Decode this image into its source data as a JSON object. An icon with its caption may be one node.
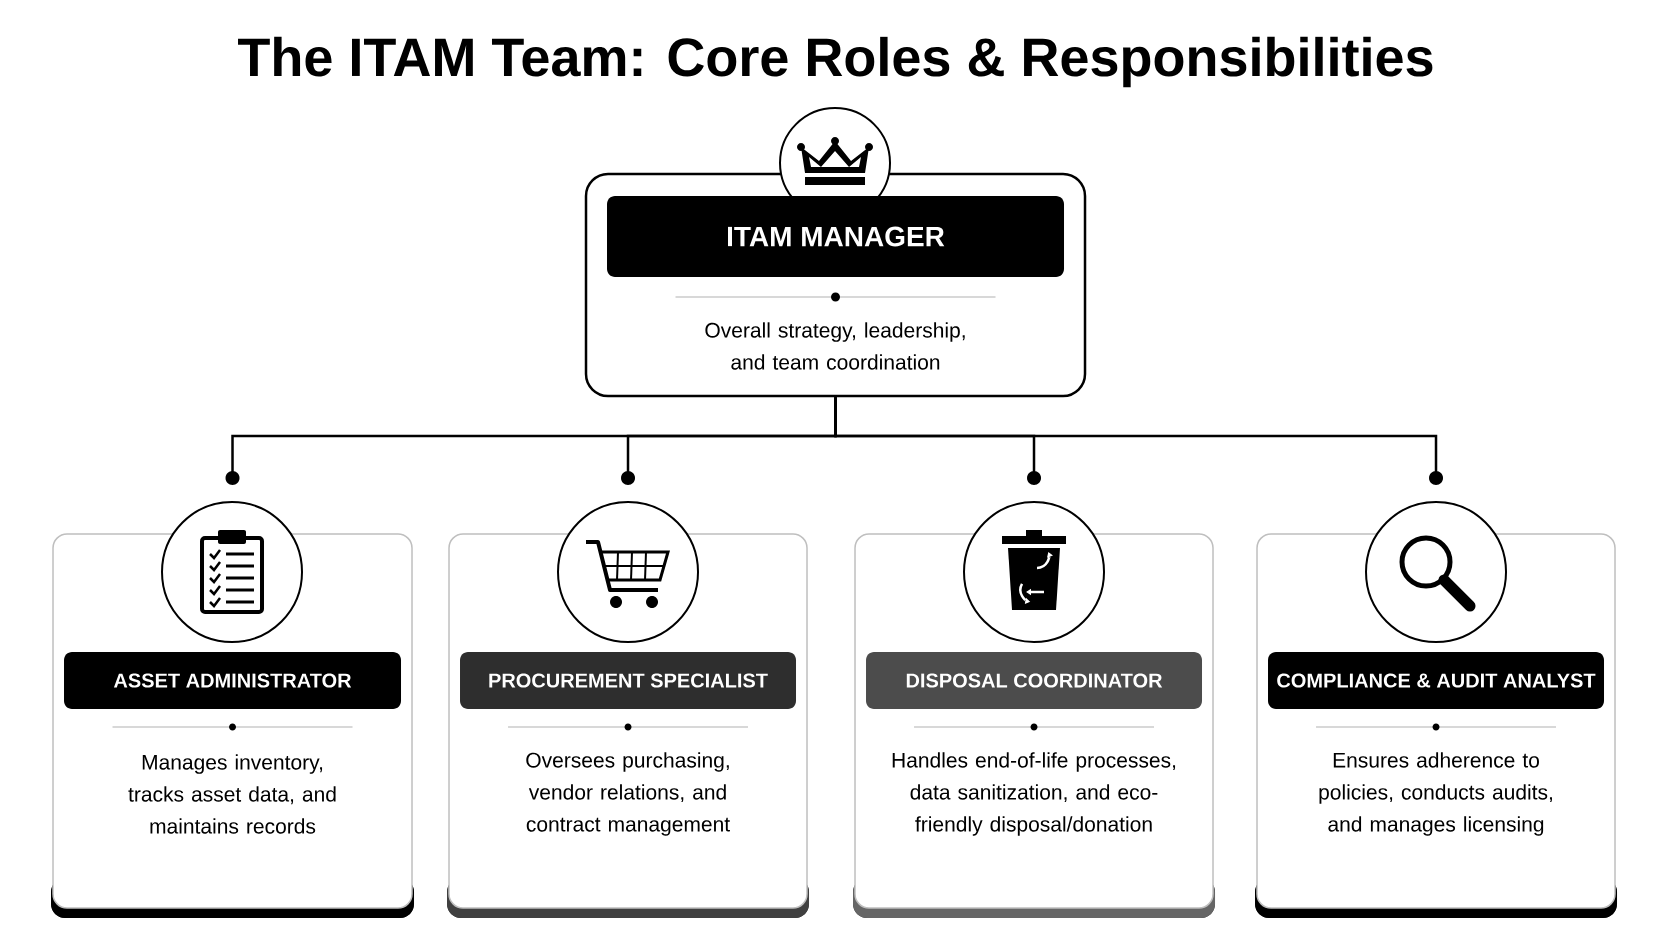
{
  "diagram": {
    "title": "The ITAM Team: Core Roles & Responsibilities",
    "nodes": [
      {
        "text": [
          "ITAM MANAGER",
          "Overall strategy, leadership, and team coordination"
        ]
      },
      {
        "text": [
          "ASSET ADMINISTRATOR",
          "Manages inventory, tracks asset data, and maintains records"
        ]
      },
      {
        "text": [
          "PROCUREMENT SPECIALIST",
          "Oversees purchasing, vendor relations, and contract management"
        ]
      },
      {
        "text": [
          "DISPOSAL COORDINATOR",
          "Handles end-of-life processes, data sanitization, and eco-friendly disposal/donation"
        ]
      },
      {
        "text": [
          "COMPLIANCE & AUDIT ANALYST",
          "Ensures adherence to policies, conducts audits, and manages licensing"
        ]
      }
    ],
    "edges": [
      {
        "from": 0,
        "to": 1,
        "arrow": "other"
      },
      {
        "from": 0,
        "to": 2,
        "arrow": "other"
      },
      {
        "from": 0,
        "to": 3,
        "arrow": "other"
      },
      {
        "from": 0,
        "to": 4,
        "arrow": "other"
      }
    ]
  }
}
